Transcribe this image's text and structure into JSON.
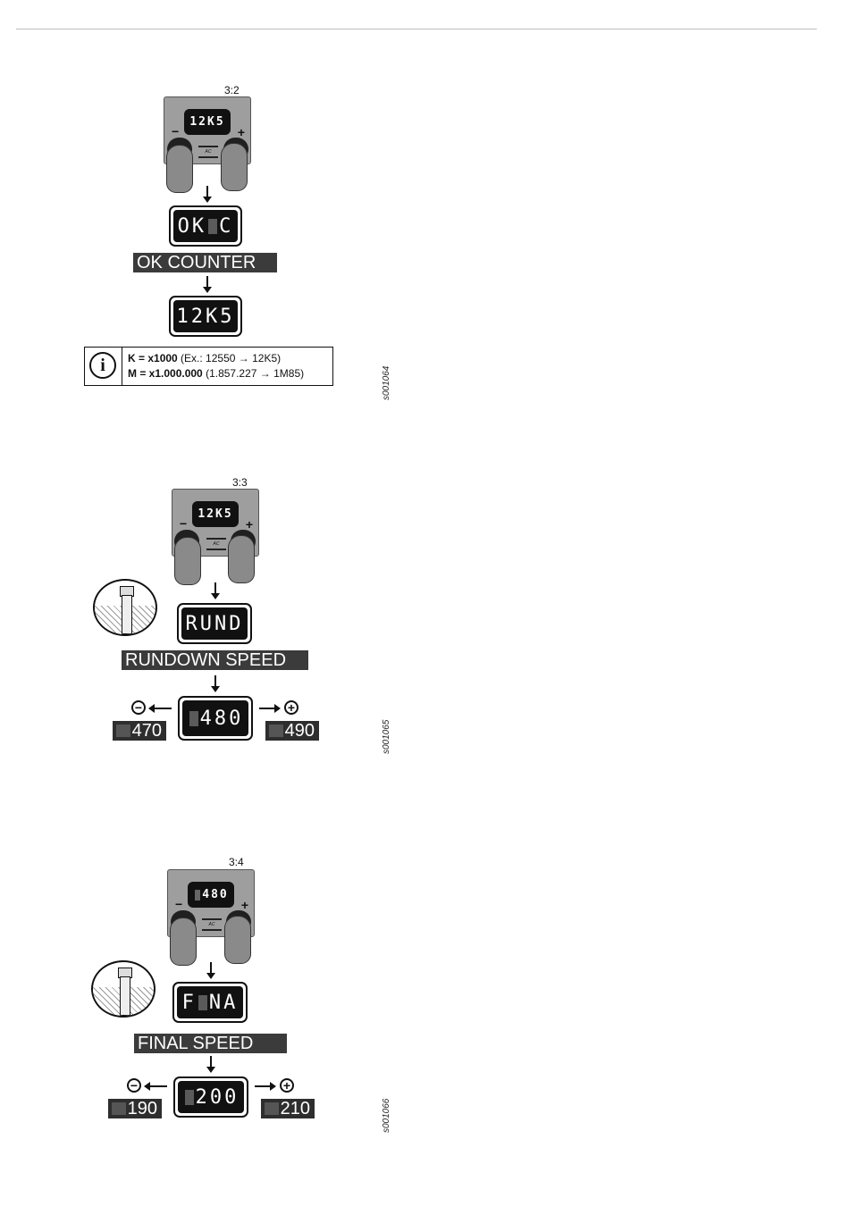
{
  "figures": [
    {
      "label": "3:2",
      "code": "s001064",
      "device_display": "12K5",
      "steps": [
        {
          "display": [
            "O",
            "K",
            "",
            "C"
          ],
          "banner": "OK COUNTER"
        },
        {
          "display": [
            "1",
            "2",
            "K",
            "5"
          ]
        }
      ],
      "info": {
        "line1_bold": "K = x1000",
        "line1_rest": " (Ex.: 12550 → 12K5)",
        "line2_bold": "M = x1.000.000",
        "line2_rest": " (1.857.227 → 1M85)"
      }
    },
    {
      "label": "3:3",
      "code": "s001065",
      "device_display": "12K5",
      "steps": [
        {
          "display": [
            "R",
            "U",
            "N",
            "D"
          ],
          "banner": "RUNDOWN SPEED"
        }
      ],
      "value": "480",
      "minus_value": "470",
      "plus_value": "490"
    },
    {
      "label": "3:4",
      "code": "s001066",
      "device_display": "480",
      "steps": [
        {
          "display": [
            "F",
            "",
            "N",
            "A"
          ],
          "banner": "FINAL SPEED"
        }
      ],
      "value": "200",
      "minus_value": "190",
      "plus_value": "210"
    }
  ],
  "icons": [
    "info-icon",
    "minus-circle-icon",
    "plus-circle-icon",
    "bolt-joint-icon",
    "arrow-down-icon"
  ]
}
